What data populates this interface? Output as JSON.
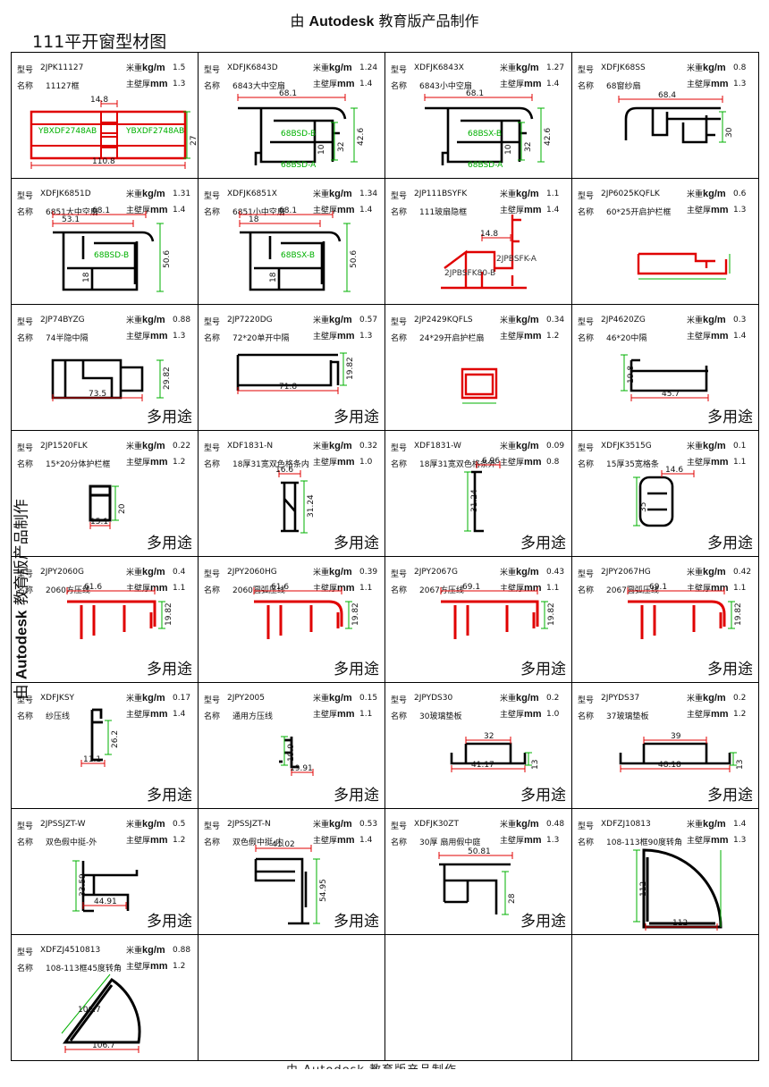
{
  "header": {
    "prefix": "由",
    "brand": "Autodesk",
    "suffix": "教育版产品制作"
  },
  "doc_title": "111平开窗型材图",
  "side_watermark": {
    "prefix": "由",
    "brand": "Autodesk",
    "suffix": "教育版产品制作"
  },
  "footer_watermark": "由 Autodesk 教育版产品制作",
  "labels": {
    "model": "型号",
    "name": "名称",
    "weight": "米重",
    "weight_unit": "kg/m",
    "wall": "主壁厚",
    "wall_unit": "mm"
  },
  "colors": {
    "profile": "#000000",
    "dim_red": "#e00000",
    "dim_green": "#00b000"
  },
  "items": [
    {
      "model": "2JPK11127",
      "name": "11127框",
      "weight": "1.5",
      "wall": "1.3",
      "use": "",
      "dims": [
        "14.8",
        "110.8",
        "27"
      ],
      "tags": [
        "YBXDF2748AB",
        "YBXDF2748AB"
      ],
      "shape": "frame"
    },
    {
      "model": "XDFJK6843D",
      "name": "6843大中空扇",
      "weight": "1.24",
      "wall": "1.4",
      "use": "",
      "dims": [
        "68.1",
        "32",
        "42.6",
        "10"
      ],
      "tags": [
        "68BSD-B",
        "68BSD-A"
      ],
      "shape": "sash"
    },
    {
      "model": "XDFJK6843X",
      "name": "6843小中空扇",
      "weight": "1.27",
      "wall": "1.4",
      "use": "",
      "dims": [
        "68.1",
        "32",
        "42.6",
        "10"
      ],
      "tags": [
        "68BSX-B",
        "68BSD-A"
      ],
      "shape": "sash"
    },
    {
      "model": "XDFJK68SS",
      "name": "68窗纱扇",
      "weight": "0.8",
      "wall": "1.3",
      "use": "",
      "dims": [
        "68.4",
        "30"
      ],
      "tags": [],
      "shape": "screen"
    },
    {
      "model": "XDFJK6851D",
      "name": "6851大中空扇",
      "weight": "1.31",
      "wall": "1.4",
      "use": "",
      "dims": [
        "68.1",
        "53.1",
        "18",
        "50.6"
      ],
      "tags": [
        "68BSD-B"
      ],
      "shape": "sash2"
    },
    {
      "model": "XDFJK6851X",
      "name": "6851小中空扇",
      "weight": "1.34",
      "wall": "1.4",
      "use": "",
      "dims": [
        "68.1",
        "18",
        "18",
        "50.6"
      ],
      "tags": [
        "68BSX-B"
      ],
      "shape": "sash2"
    },
    {
      "model": "2JP111BSYFK",
      "name": "111玻扇隐框",
      "weight": "1.1",
      "wall": "1.4",
      "use": "",
      "dims": [
        "14.8"
      ],
      "tags": [
        "2JPBSFK80-B",
        "2JPBSFK-A"
      ],
      "shape": "hidden"
    },
    {
      "model": "2JP6025KQFLK",
      "name": "60*25开启护栏框",
      "weight": "0.6",
      "wall": "1.3",
      "use": "",
      "dims": [],
      "tags": [],
      "shape": "guard"
    },
    {
      "model": "2JP74BYZG",
      "name": "74半隐中隔",
      "weight": "0.88",
      "wall": "1.3",
      "use": "多用途",
      "dims": [
        "73.5",
        "29.82"
      ],
      "tags": [],
      "shape": "mullion"
    },
    {
      "model": "2JP7220DG",
      "name": "72*20单开中隔",
      "weight": "0.57",
      "wall": "1.3",
      "use": "多用途",
      "dims": [
        "71.8",
        "19.82"
      ],
      "tags": [],
      "shape": "single"
    },
    {
      "model": "2JP2429KQFLS",
      "name": "24*29开启护栏扇",
      "weight": "0.34",
      "wall": "1.2",
      "use": "",
      "dims": [],
      "tags": [],
      "shape": "guard2"
    },
    {
      "model": "2JP4620ZG",
      "name": "46*20中隔",
      "weight": "0.3",
      "wall": "1.4",
      "use": "多用途",
      "dims": [
        "19.8",
        "45.7"
      ],
      "tags": [],
      "shape": "mid46"
    },
    {
      "model": "2JP1520FLK",
      "name": "15*20分体护栏框",
      "weight": "0.22",
      "wall": "1.2",
      "use": "多用途",
      "dims": [
        "20",
        "15.1"
      ],
      "tags": [],
      "shape": "box1520"
    },
    {
      "model": "XDF1831-N",
      "name": "18厚31宽双色格条内",
      "weight": "0.32",
      "wall": "1.0",
      "use": "多用途",
      "dims": [
        "16.6",
        "31.24"
      ],
      "tags": [],
      "shape": "bar_in"
    },
    {
      "model": "XDF1831-W",
      "name": "18厚31宽双色格条外",
      "weight": "0.09",
      "wall": "0.8",
      "use": "多用途",
      "dims": [
        "6.96",
        "31.24"
      ],
      "tags": [],
      "shape": "bar_out"
    },
    {
      "model": "XDFJK3515G",
      "name": "15厚35宽格条",
      "weight": "0.1",
      "wall": "1.1",
      "use": "多用途",
      "dims": [
        "14.6",
        "35"
      ],
      "tags": [],
      "shape": "oval"
    },
    {
      "model": "2JPY2060G",
      "name": "2060方压线",
      "weight": "0.4",
      "wall": "1.1",
      "use": "多用途",
      "dims": [
        "61.6",
        "19.82"
      ],
      "tags": [],
      "shape": "bead_sq"
    },
    {
      "model": "2JPY2060HG",
      "name": "2060圆弧压线",
      "weight": "0.39",
      "wall": "1.1",
      "use": "多用途",
      "dims": [
        "61.6",
        "19.82"
      ],
      "tags": [],
      "shape": "bead_rd"
    },
    {
      "model": "2JPY2067G",
      "name": "2067方压线",
      "weight": "0.43",
      "wall": "1.1",
      "use": "多用途",
      "dims": [
        "69.1",
        "19.82"
      ],
      "tags": [],
      "shape": "bead_sq"
    },
    {
      "model": "2JPY2067HG",
      "name": "2067圆弧压线",
      "weight": "0.42",
      "wall": "1.1",
      "use": "多用途",
      "dims": [
        "69.1",
        "19.82"
      ],
      "tags": [],
      "shape": "bead_rd"
    },
    {
      "model": "XDFJKSY",
      "name": "纱压线",
      "weight": "0.17",
      "wall": "1.4",
      "use": "多用途",
      "dims": [
        "26.2",
        "11.1"
      ],
      "tags": [],
      "shape": "screen_bead"
    },
    {
      "model": "2JPY2005",
      "name": "通用方压线",
      "weight": "0.15",
      "wall": "1.1",
      "use": "多用途",
      "dims": [
        "19.9",
        "19.91"
      ],
      "tags": [],
      "shape": "general_bead"
    },
    {
      "model": "2JPYDS30",
      "name": "30玻璃垫板",
      "weight": "0.2",
      "wall": "1.0",
      "use": "多用途",
      "dims": [
        "32",
        "41.17",
        "13"
      ],
      "tags": [],
      "shape": "pad"
    },
    {
      "model": "2JPYDS37",
      "name": "37玻璃垫板",
      "weight": "0.2",
      "wall": "1.2",
      "use": "多用途",
      "dims": [
        "39",
        "48.18",
        "13"
      ],
      "tags": [],
      "shape": "pad"
    },
    {
      "model": "2JPSSJZT-W",
      "name": "双色假中挺-外",
      "weight": "0.5",
      "wall": "1.2",
      "use": "多用途",
      "dims": [
        "33.59",
        "44.91"
      ],
      "tags": [],
      "shape": "fake_out"
    },
    {
      "model": "2JPSSJZT-N",
      "name": "双色假中挺-内",
      "weight": "0.53",
      "wall": "1.4",
      "use": "多用途",
      "dims": [
        "41.02",
        "54.95"
      ],
      "tags": [],
      "shape": "fake_in"
    },
    {
      "model": "XDFJK30ZT",
      "name": "30厚 扇用假中庭",
      "weight": "0.48",
      "wall": "1.3",
      "use": "多用途",
      "dims": [
        "50.81",
        "28"
      ],
      "tags": [],
      "shape": "fake30"
    },
    {
      "model": "XDFZJ10813",
      "name": "108-113框90度转角",
      "weight": "1.4",
      "wall": "1.3",
      "use": "",
      "dims": [
        "112",
        "112"
      ],
      "tags": [],
      "shape": "corner90"
    },
    {
      "model": "XDFZJ4510813",
      "name": "108-113框45度转角",
      "weight": "0.88",
      "wall": "1.2",
      "use": "",
      "dims": [
        "106.7",
        "106.7"
      ],
      "tags": [],
      "shape": "corner45"
    },
    {
      "model": "",
      "name": "",
      "weight": "",
      "wall": "",
      "use": "",
      "dims": [],
      "tags": [],
      "shape": "empty"
    },
    {
      "model": "",
      "name": "",
      "weight": "",
      "wall": "",
      "use": "",
      "dims": [],
      "tags": [],
      "shape": "empty"
    },
    {
      "model": "",
      "name": "",
      "weight": "",
      "wall": "",
      "use": "",
      "dims": [],
      "tags": [],
      "shape": "empty"
    }
  ]
}
